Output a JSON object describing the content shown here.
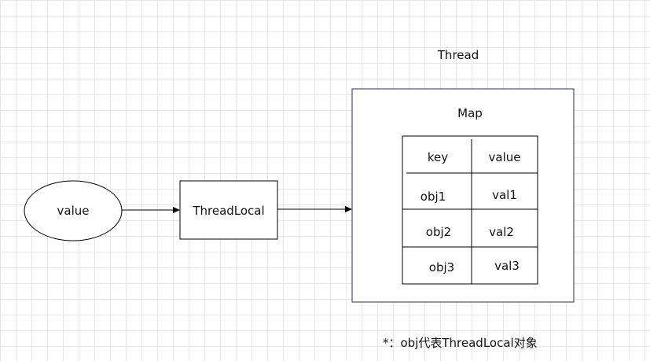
{
  "nodes": {
    "value": "value",
    "threadlocal": "ThreadLocal",
    "thread": "Thread",
    "map": "Map"
  },
  "map_table": {
    "headers": [
      "key",
      "value"
    ],
    "rows": [
      [
        "obj1",
        "val1"
      ],
      [
        "obj2",
        "val2"
      ],
      [
        "obj3",
        "val3"
      ]
    ]
  },
  "note": "*：obj代表ThreadLocal对象",
  "colors": {
    "thread_border": "#2b2b59",
    "line": "#000000",
    "grid": "#e6e6e6"
  }
}
